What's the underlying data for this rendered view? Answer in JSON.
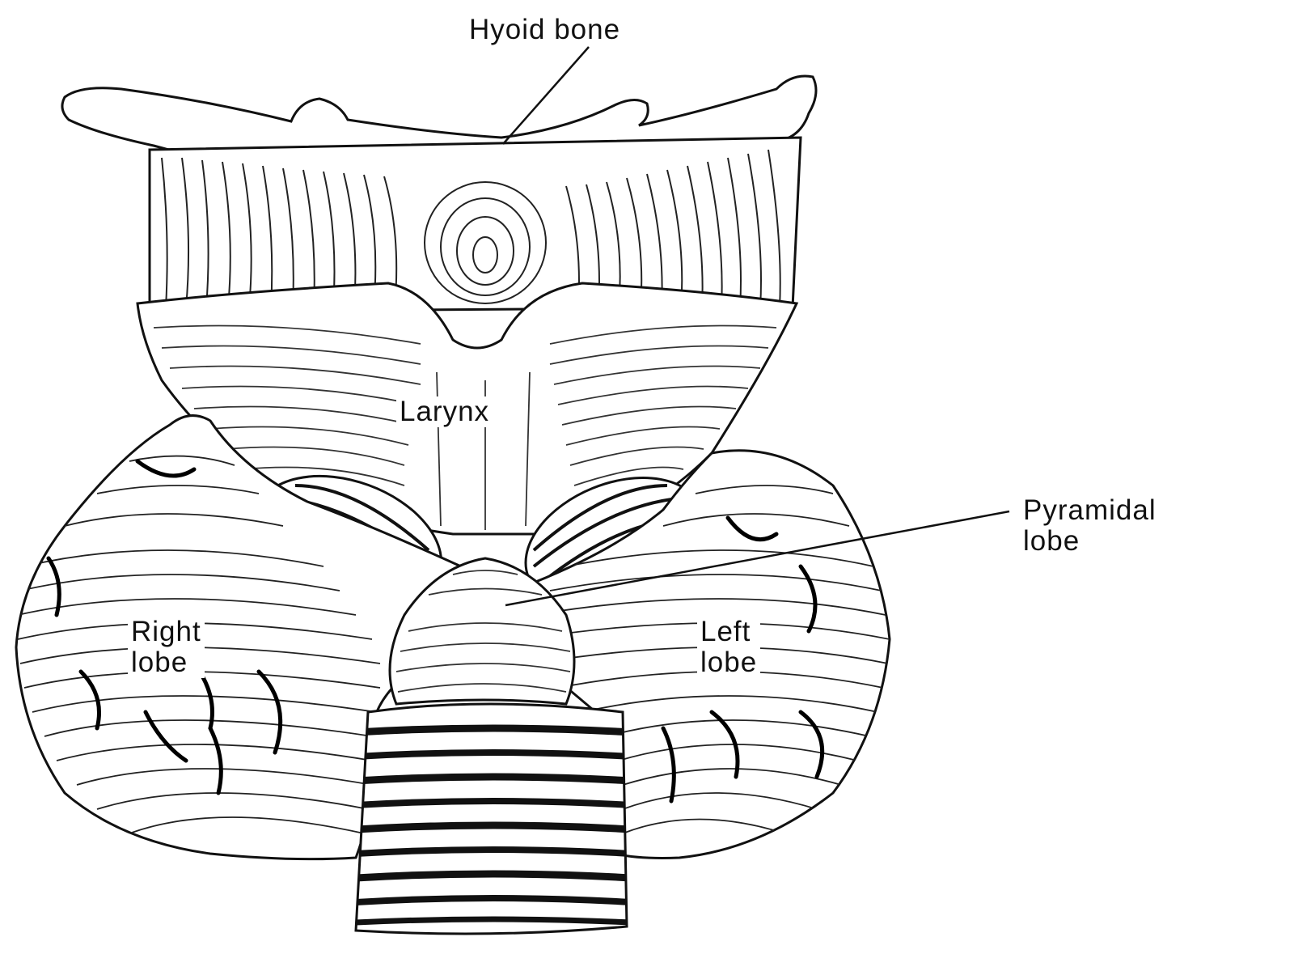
{
  "labels": {
    "hyoid": "Hyoid bone",
    "larynx": "Larynx",
    "pyramidal_line1": "Pyramidal",
    "pyramidal_line2": "lobe",
    "right_line1": "Right",
    "right_line2": "lobe",
    "left_line1": "Left",
    "left_line2": "lobe"
  },
  "colors": {
    "ink": "#111111",
    "paper": "#ffffff"
  }
}
